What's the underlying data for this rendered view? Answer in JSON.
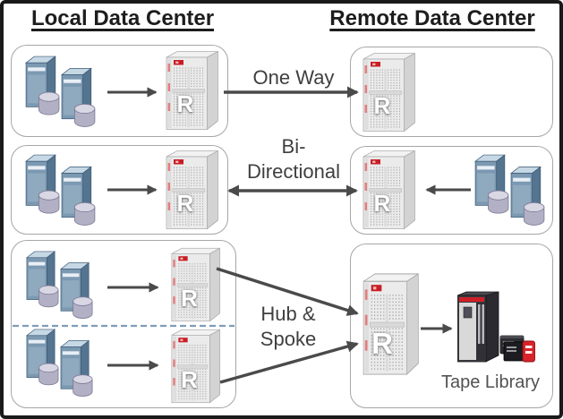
{
  "diagram": {
    "title_local": "Local Data Center",
    "title_remote": "Remote Data Center",
    "rack_letter": "R",
    "topologies": {
      "one_way": {
        "label": "One Way"
      },
      "bi_directional": {
        "label_line1": "Bi-",
        "label_line2": "Directional"
      },
      "hub_spoke": {
        "label_line1": "Hub &",
        "label_line2": "Spoke"
      }
    },
    "tape_library_label": "Tape Library"
  },
  "icons": {
    "server_pair": "server-pair-icon",
    "replication_rack": "replication-rack-icon",
    "hub_replication_rack": "hub-rack-icon",
    "tape_library": "tape-library-icon"
  },
  "colors": {
    "canvas_border": "#1a1a1a",
    "box_border": "#a6a6a6",
    "arrow": "#4a4a4a",
    "dashed_divider": "#7f9db9",
    "label_text": "#3f3f3f",
    "header_text": "#1d1d1d",
    "rack_logo_red": "#c81e25",
    "server_blue": "#7c99b2",
    "tape_red": "#cf2027"
  }
}
